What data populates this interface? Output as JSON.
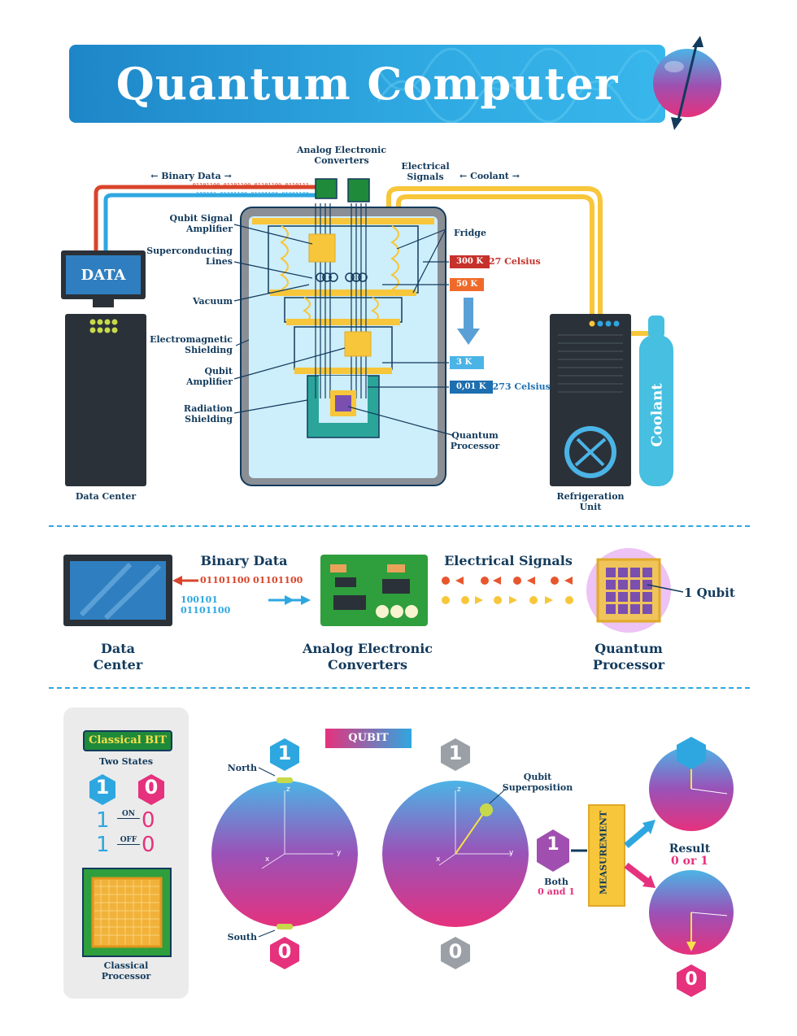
{
  "header": {
    "title": "Quantum Computer"
  },
  "colors": {
    "accent_blue": "#2ea7e0",
    "navy": "#123a5c",
    "red": "#d9442b",
    "orange": "#f08a2a",
    "yellow": "#f7c63a",
    "magenta": "#e6317d",
    "light_blue": "#cdeefb",
    "green": "#2f9e3c"
  },
  "top_diagram": {
    "binary_data": "Binary Data",
    "analog_converters": "Analog Electronic Converters",
    "electrical_signals": "Electrical Signals",
    "coolant_arrow": "Coolant",
    "data_screen": "DATA",
    "binary_stream_1": "01101100 01101100 01101100 0110111",
    "binary_stream_2": "100101 01101100 01101100 01101100",
    "labels": {
      "qubit_signal_amplifier": "Qubit Signal Amplifier",
      "superconducting_lines": "Superconducting Lines",
      "vacuum": "Vacuum",
      "em_shielding": "Electromagnetic Shielding",
      "qubit_amplifier": "Qubit Amplifier",
      "radiation_shielding": "Radiation Shielding",
      "fridge": "Fridge",
      "quantum_processor": "Quantum Processor",
      "data_center": "Data Center",
      "refrigeration_unit": "Refrigeration Unit",
      "coolant_tank": "Coolant"
    },
    "temperatures": [
      {
        "value": "300 K",
        "note": "27 Celsius",
        "color": "#c6312b"
      },
      {
        "value": "50 K",
        "note": "",
        "color": "#ef6a2a"
      },
      {
        "value": "3 K",
        "note": "",
        "color": "#4bb4e6"
      },
      {
        "value": "0,01 K",
        "note": "-273 Celsius",
        "color": "#1e6fb0"
      }
    ]
  },
  "flow": {
    "binary_data": "Binary Data",
    "binary_out": "01101100 01101100",
    "binary_in": "100101 01101100",
    "electrical_signals": "Electrical Signals",
    "data_center": "Data Center",
    "analog_converters": "Analog Electronic Converters",
    "quantum_processor": "Quantum Processor",
    "one_qubit": "1 Qubit"
  },
  "classical": {
    "badge": "Classical BIT",
    "two_states": "Two States",
    "one": "1",
    "zero": "0",
    "on": "ON",
    "off": "OFF",
    "processor": "Classical Processor"
  },
  "qubit": {
    "badge": "QUBIT",
    "north": "North",
    "south": "South",
    "one": "1",
    "zero": "0",
    "superposition": "Qubit Superposition",
    "both": "Both",
    "both_values": "0 and 1",
    "measurement": "MEASUREMENT",
    "result": "Result",
    "result_values": "0 or 1",
    "axis_z": "z",
    "axis_x": "x",
    "axis_y": "y"
  }
}
